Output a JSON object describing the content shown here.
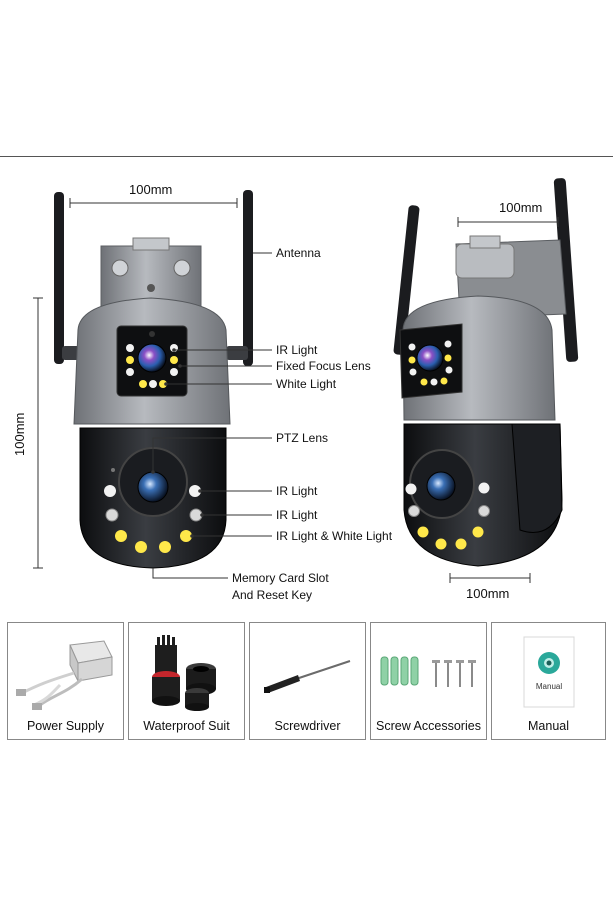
{
  "dimensions": {
    "width_top_left": "100mm",
    "height_left": "100mm",
    "width_top_right": "100mm",
    "width_bottom_right": "100mm"
  },
  "callouts": [
    "Antenna",
    "IR Light",
    "Fixed Focus Lens",
    "White Light",
    "PTZ Lens",
    "IR Light",
    "IR Light",
    "IR Light & White Light",
    "Memory Card Slot",
    "And Reset Key"
  ],
  "accessories": [
    {
      "label": "Power Supply",
      "icon": "power-adapter-icon"
    },
    {
      "label": "Waterproof Suit",
      "icon": "waterproof-kit-icon"
    },
    {
      "label": "Screwdriver",
      "icon": "screwdriver-icon"
    },
    {
      "label": "Screw Accessories",
      "icon": "screws-icon"
    },
    {
      "label": "Manual",
      "icon": "manual-icon"
    }
  ],
  "manual_cover_text": "Manual",
  "colors": {
    "camera_body": "#8f9297",
    "camera_dark": "#15171a",
    "ir_led": "#f2f2f2",
    "white_led": "#ffe84a",
    "wall_plug": "#2aa89a"
  }
}
